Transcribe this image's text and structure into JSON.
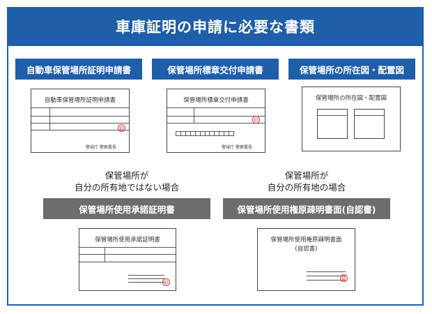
{
  "title": "車庫証明の申請に必要な書類",
  "documents": [
    {
      "label": "自動車保管場所証明申請書",
      "doc_title": "自動車保管場所証明申請書",
      "seal": "印",
      "issuer": "警視庁 警察署長"
    },
    {
      "label": "保管場所標章交付申請書",
      "doc_title": "保管場所標章交付申請書",
      "seal": "印",
      "issuer": "警視庁 警察署長"
    },
    {
      "label": "保管場所の所在図・配置図",
      "doc_title": "保管場所の所在図・配置図"
    }
  ],
  "conditional": [
    {
      "caption_line1": "保管場所が",
      "caption_line2": "自分の所有地ではない場合",
      "label": "保管場所使用承諾証明書",
      "doc_title": "保管場所使用承諾証明書",
      "seal": "印"
    },
    {
      "caption_line1": "保管場所が",
      "caption_line2": "自分の所有地の場合",
      "label": "保管場所使用権原疎明書面(自認書)",
      "doc_title": "保管場所使用権原疎明書面",
      "doc_sub": "(自認書)",
      "seal": "印"
    }
  ],
  "colors": {
    "primary": "#1f5ea8",
    "gray_label": "#6d6d6d",
    "seal": "#d9302c"
  }
}
